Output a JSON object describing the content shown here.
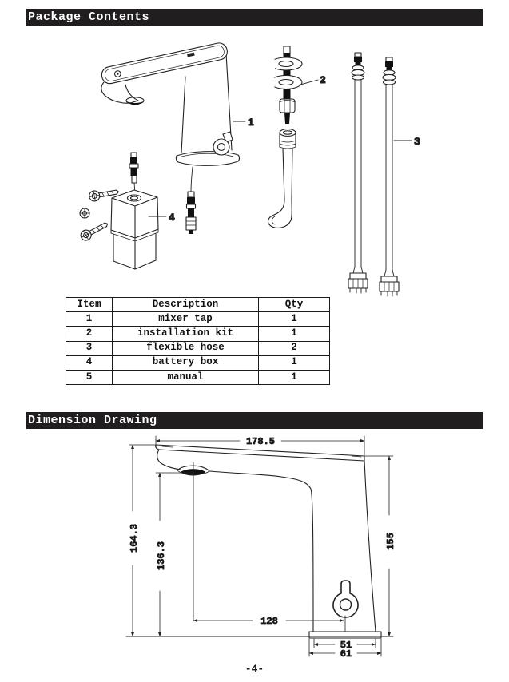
{
  "package_contents": {
    "title": "Package Contents",
    "callouts": {
      "mixer_tap": "1",
      "installation_kit": "2",
      "flexible_hose": "3",
      "battery_box": "4"
    },
    "table": {
      "headers": {
        "item": "Item",
        "description": "Description",
        "qty": "Qty"
      },
      "rows": [
        {
          "item": "1",
          "description": "mixer tap",
          "qty": "1"
        },
        {
          "item": "2",
          "description": "installation kit",
          "qty": "1"
        },
        {
          "item": "3",
          "description": "flexible hose",
          "qty": "2"
        },
        {
          "item": "4",
          "description": "battery box",
          "qty": "1"
        },
        {
          "item": "5",
          "description": "manual",
          "qty": "1"
        }
      ]
    }
  },
  "dimension_drawing": {
    "title": "Dimension Drawing",
    "dims": {
      "top_width": "178.5",
      "overall_height": "164.3",
      "spout_height": "136.3",
      "right_height": "155",
      "spout_reach": "128",
      "base_inner_width": "51",
      "base_outer_width": "61"
    }
  },
  "page": {
    "number_label": "-4-"
  },
  "colors": {
    "header_bg": "#201e1e",
    "header_text": "#ffffff",
    "line": "#222222"
  }
}
